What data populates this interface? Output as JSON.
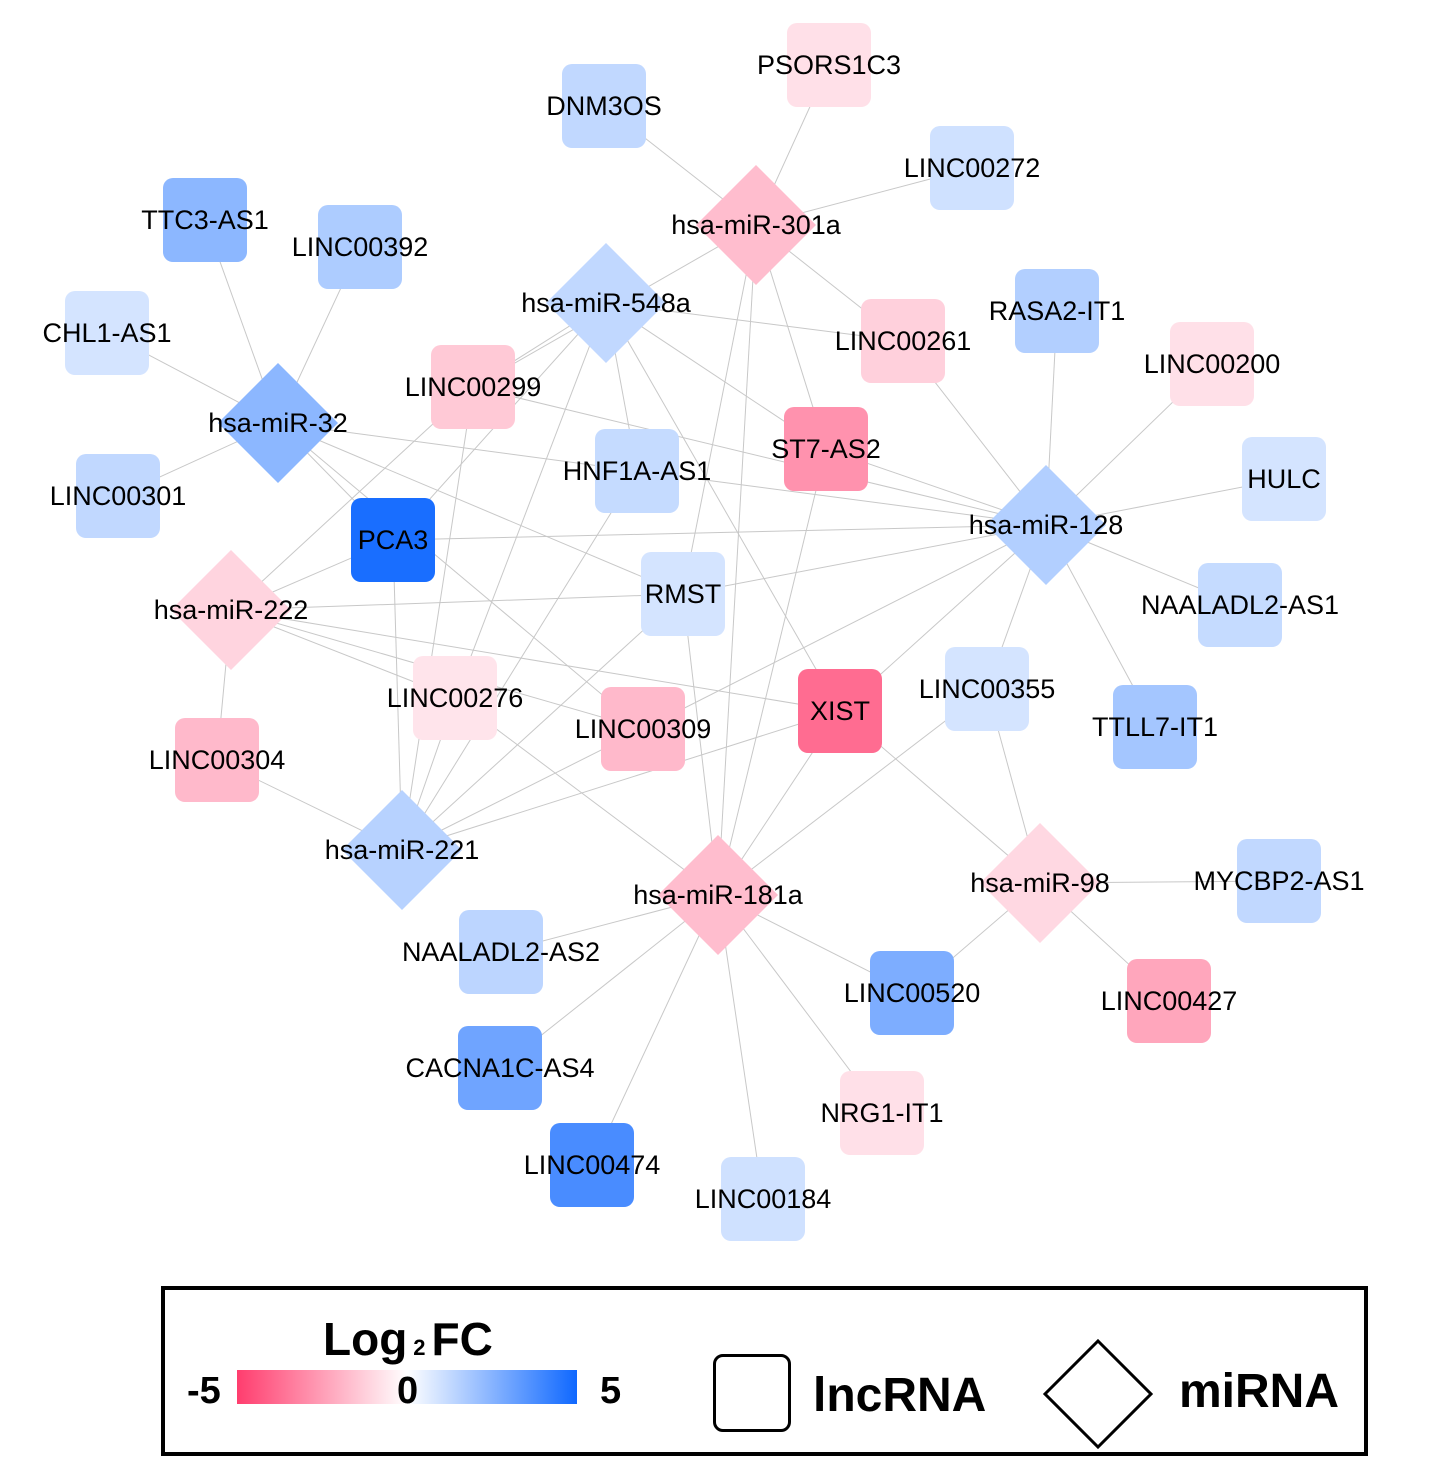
{
  "figure": {
    "type": "lncRNA-miRNA interaction network",
    "colors": {
      "min": "#ff3d6e",
      "mid": "#ffffff",
      "max": "#0f68ff"
    }
  },
  "nodes": [
    {
      "id": "PSORS1C3",
      "type": "lncRNA",
      "log2fc": -0.8
    },
    {
      "id": "DNM3OS",
      "type": "lncRNA",
      "log2fc": 1.3
    },
    {
      "id": "LINC00272",
      "type": "lncRNA",
      "log2fc": 1.0
    },
    {
      "id": "hsa-miR-301a",
      "type": "miRNA",
      "log2fc": -1.7
    },
    {
      "id": "TTC3-AS1",
      "type": "lncRNA",
      "log2fc": 2.4
    },
    {
      "id": "LINC00392",
      "type": "lncRNA",
      "log2fc": 1.7
    },
    {
      "id": "hsa-miR-548a",
      "type": "miRNA",
      "log2fc": 1.3
    },
    {
      "id": "CHL1-AS1",
      "type": "lncRNA",
      "log2fc": 0.9
    },
    {
      "id": "LINC00261",
      "type": "lncRNA",
      "log2fc": -1.2
    },
    {
      "id": "RASA2-IT1",
      "type": "lncRNA",
      "log2fc": 1.6
    },
    {
      "id": "LINC00200",
      "type": "lncRNA",
      "log2fc": -0.8
    },
    {
      "id": "hsa-miR-32",
      "type": "miRNA",
      "log2fc": 2.4
    },
    {
      "id": "LINC00299",
      "type": "lncRNA",
      "log2fc": -1.4
    },
    {
      "id": "ST7-AS2",
      "type": "lncRNA",
      "log2fc": -2.8
    },
    {
      "id": "HNF1A-AS1",
      "type": "lncRNA",
      "log2fc": 1.2
    },
    {
      "id": "HULC",
      "type": "lncRNA",
      "log2fc": 0.9
    },
    {
      "id": "LINC00301",
      "type": "lncRNA",
      "log2fc": 1.3
    },
    {
      "id": "PCA3",
      "type": "lncRNA",
      "log2fc": 4.8
    },
    {
      "id": "hsa-miR-128",
      "type": "miRNA",
      "log2fc": 1.6
    },
    {
      "id": "RMST",
      "type": "lncRNA",
      "log2fc": 0.9
    },
    {
      "id": "NAALADL2-AS1",
      "type": "lncRNA",
      "log2fc": 1.2
    },
    {
      "id": "hsa-miR-222",
      "type": "miRNA",
      "log2fc": -1.1
    },
    {
      "id": "LINC00276",
      "type": "lncRNA",
      "log2fc": -0.7
    },
    {
      "id": "LINC00309",
      "type": "lncRNA",
      "log2fc": -1.8
    },
    {
      "id": "XIST",
      "type": "lncRNA",
      "log2fc": -3.8
    },
    {
      "id": "LINC00355",
      "type": "lncRNA",
      "log2fc": 0.9
    },
    {
      "id": "TTLL7-IT1",
      "type": "lncRNA",
      "log2fc": 1.9
    },
    {
      "id": "LINC00304",
      "type": "lncRNA",
      "log2fc": -1.8
    },
    {
      "id": "hsa-miR-221",
      "type": "miRNA",
      "log2fc": 1.5
    },
    {
      "id": "hsa-miR-181a",
      "type": "miRNA",
      "log2fc": -1.7
    },
    {
      "id": "hsa-miR-98",
      "type": "miRNA",
      "log2fc": -1.0
    },
    {
      "id": "MYCBP2-AS1",
      "type": "lncRNA",
      "log2fc": 1.3
    },
    {
      "id": "NAALADL2-AS2",
      "type": "lncRNA",
      "log2fc": 1.4
    },
    {
      "id": "LINC00520",
      "type": "lncRNA",
      "log2fc": 2.7
    },
    {
      "id": "LINC00427",
      "type": "lncRNA",
      "log2fc": -2.3
    },
    {
      "id": "CACNA1C-AS4",
      "type": "lncRNA",
      "log2fc": 3.0
    },
    {
      "id": "NRG1-IT1",
      "type": "lncRNA",
      "log2fc": -0.8
    },
    {
      "id": "LINC00474",
      "type": "lncRNA",
      "log2fc": 3.8
    },
    {
      "id": "LINC00184",
      "type": "lncRNA",
      "log2fc": 1.0
    }
  ],
  "edges": [
    [
      "hsa-miR-301a",
      "PSORS1C3"
    ],
    [
      "hsa-miR-301a",
      "DNM3OS"
    ],
    [
      "hsa-miR-301a",
      "LINC00272"
    ],
    [
      "hsa-miR-301a",
      "LINC00261"
    ],
    [
      "hsa-miR-301a",
      "LINC00299"
    ],
    [
      "hsa-miR-301a",
      "ST7-AS2"
    ],
    [
      "hsa-miR-301a",
      "RMST"
    ],
    [
      "hsa-miR-548a",
      "LINC00299"
    ],
    [
      "hsa-miR-548a",
      "LINC00261"
    ],
    [
      "hsa-miR-548a",
      "HNF1A-AS1"
    ],
    [
      "hsa-miR-548a",
      "ST7-AS2"
    ],
    [
      "hsa-miR-548a",
      "XIST"
    ],
    [
      "hsa-miR-548a",
      "PCA3"
    ],
    [
      "hsa-miR-548a",
      "LINC00276"
    ],
    [
      "hsa-miR-32",
      "TTC3-AS1"
    ],
    [
      "hsa-miR-32",
      "LINC00392"
    ],
    [
      "hsa-miR-32",
      "CHL1-AS1"
    ],
    [
      "hsa-miR-32",
      "LINC00301"
    ],
    [
      "hsa-miR-32",
      "PCA3"
    ],
    [
      "hsa-miR-32",
      "HNF1A-AS1"
    ],
    [
      "hsa-miR-32",
      "RMST"
    ],
    [
      "hsa-miR-32",
      "LINC00309"
    ],
    [
      "hsa-miR-128",
      "LINC00261"
    ],
    [
      "hsa-miR-128",
      "RASA2-IT1"
    ],
    [
      "hsa-miR-128",
      "LINC00200"
    ],
    [
      "hsa-miR-128",
      "HULC"
    ],
    [
      "hsa-miR-128",
      "NAALADL2-AS1"
    ],
    [
      "hsa-miR-128",
      "TTLL7-IT1"
    ],
    [
      "hsa-miR-128",
      "LINC00355"
    ],
    [
      "hsa-miR-128",
      "XIST"
    ],
    [
      "hsa-miR-128",
      "ST7-AS2"
    ],
    [
      "hsa-miR-128",
      "HNF1A-AS1"
    ],
    [
      "hsa-miR-128",
      "PCA3"
    ],
    [
      "hsa-miR-128",
      "RMST"
    ],
    [
      "hsa-miR-128",
      "LINC00309"
    ],
    [
      "hsa-miR-128",
      "LINC00299"
    ],
    [
      "hsa-miR-222",
      "PCA3"
    ],
    [
      "hsa-miR-222",
      "RMST"
    ],
    [
      "hsa-miR-222",
      "LINC00276"
    ],
    [
      "hsa-miR-222",
      "LINC00304"
    ],
    [
      "hsa-miR-222",
      "XIST"
    ],
    [
      "hsa-miR-222",
      "LINC00309"
    ],
    [
      "hsa-miR-222",
      "LINC00299"
    ],
    [
      "hsa-miR-221",
      "LINC00304"
    ],
    [
      "hsa-miR-221",
      "LINC00276"
    ],
    [
      "hsa-miR-221",
      "PCA3"
    ],
    [
      "hsa-miR-221",
      "LINC00299"
    ],
    [
      "hsa-miR-221",
      "RMST"
    ],
    [
      "hsa-miR-221",
      "XIST"
    ],
    [
      "hsa-miR-221",
      "LINC00309"
    ],
    [
      "hsa-miR-221",
      "HNF1A-AS1"
    ],
    [
      "hsa-miR-181a",
      "NAALADL2-AS2"
    ],
    [
      "hsa-miR-181a",
      "CACNA1C-AS4"
    ],
    [
      "hsa-miR-181a",
      "LINC00474"
    ],
    [
      "hsa-miR-181a",
      "LINC00184"
    ],
    [
      "hsa-miR-181a",
      "NRG1-IT1"
    ],
    [
      "hsa-miR-181a",
      "LINC00520"
    ],
    [
      "hsa-miR-181a",
      "LINC00276"
    ],
    [
      "hsa-miR-181a",
      "RMST"
    ],
    [
      "hsa-miR-181a",
      "XIST"
    ],
    [
      "hsa-miR-181a",
      "ST7-AS2"
    ],
    [
      "hsa-miR-181a",
      "LINC00355"
    ],
    [
      "hsa-miR-181a",
      "hsa-miR-301a"
    ],
    [
      "hsa-miR-98",
      "LINC00355"
    ],
    [
      "hsa-miR-98",
      "MYCBP2-AS1"
    ],
    [
      "hsa-miR-98",
      "LINC00520"
    ],
    [
      "hsa-miR-98",
      "LINC00427"
    ],
    [
      "hsa-miR-98",
      "XIST"
    ]
  ],
  "legend": {
    "title_main": "Log",
    "title_sub": "2",
    "title_suffix": "FC",
    "scale_min": "-5",
    "scale_mid": "0",
    "scale_max": "5",
    "lncrna_label": "lncRNA",
    "mirna_label": "miRNA"
  }
}
